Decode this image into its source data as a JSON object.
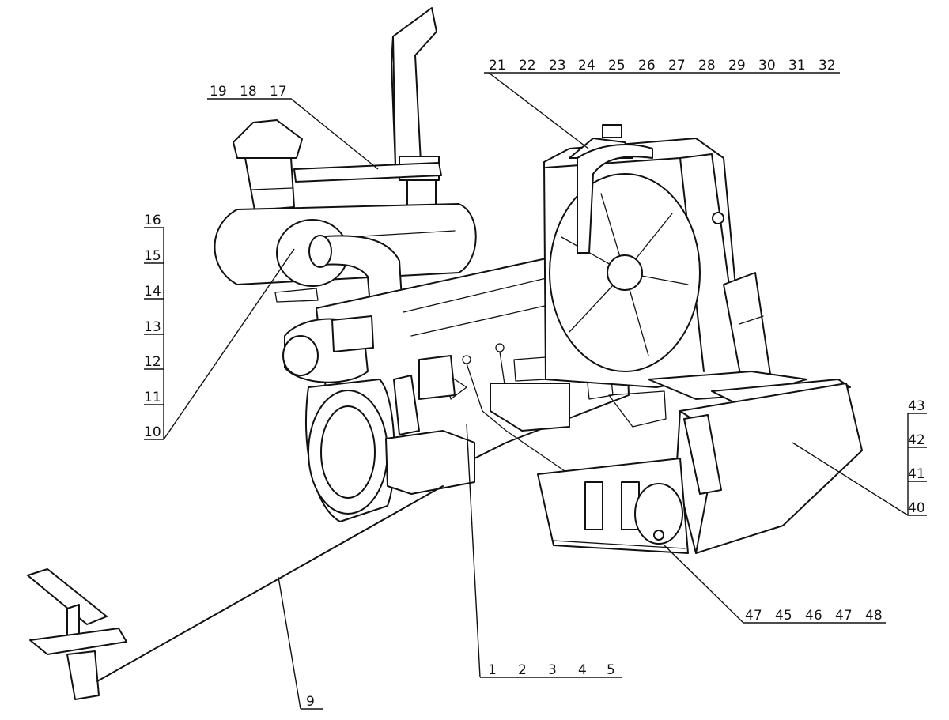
{
  "callout_groups": {
    "top_right": [
      "21",
      "22",
      "23",
      "24",
      "25",
      "26",
      "27",
      "28",
      "29",
      "30",
      "31",
      "32"
    ],
    "top_left": [
      "19",
      "18",
      "17"
    ],
    "left_column": [
      "16",
      "15",
      "14",
      "13",
      "12",
      "11",
      "10"
    ],
    "right_column": [
      "43",
      "42",
      "41",
      "40"
    ],
    "bottom_right": [
      "47",
      "45",
      "46",
      "47",
      "48"
    ],
    "bottom_center": [
      "1",
      "2",
      "3",
      "4",
      "5"
    ],
    "bottom_left": [
      "9"
    ]
  }
}
